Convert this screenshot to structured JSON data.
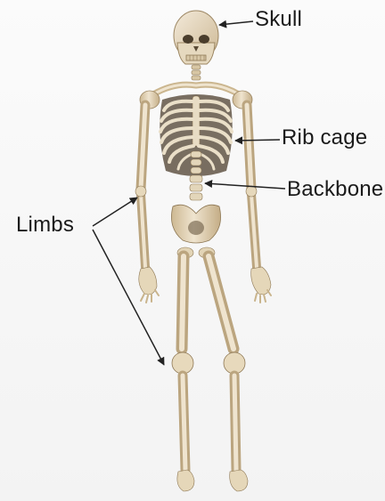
{
  "diagram": {
    "labels": {
      "skull": "Skull",
      "rib_cage": "Rib cage",
      "backbone": "Backbone",
      "limbs": "Limbs"
    },
    "colors": {
      "bone": "#e8dcc4",
      "bone_shadow": "#b8a27d",
      "bone_dark": "#7a6a50",
      "line": "#222222",
      "background": "#f7f7f7"
    }
  }
}
